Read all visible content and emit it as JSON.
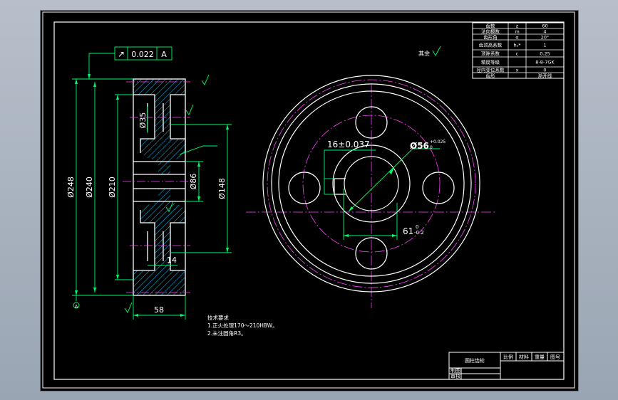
{
  "parameter_table": {
    "rows": [
      {
        "name": "齿数",
        "symbol": "z",
        "value": "60"
      },
      {
        "name": "法向模数",
        "symbol": "m",
        "value": "4"
      },
      {
        "name": "齿形角",
        "symbol": "α",
        "value": "20°"
      },
      {
        "name": "齿顶高系数",
        "symbol": "hₐ*",
        "value": "1"
      },
      {
        "name": "顶隙系数",
        "symbol": "c",
        "value": "0.25"
      },
      {
        "name": "精度等级",
        "symbol": "",
        "value": "8-8-7GK"
      },
      {
        "name": "径向变位系数",
        "symbol": "x",
        "value": "0"
      },
      {
        "name": "齿形",
        "symbol": "",
        "value": "渐开线"
      }
    ]
  },
  "section_view": {
    "tolerance_frame": {
      "value": "0.022",
      "datum": "A"
    },
    "dims": {
      "d_tip": "Ø248",
      "d_pitch": "Ø240",
      "d_root": "Ø210",
      "d_hole": "Ø35",
      "d_hub": "Ø86",
      "d_web_holes": "Ø148",
      "width": "58",
      "web": "14",
      "datum_label": "A"
    }
  },
  "front_view": {
    "dims": {
      "keyway_width": "16±0.037",
      "bore": "Ø56",
      "bore_tol_upper": "+0.025",
      "bore_tol_lower": "0",
      "keyway_depth": "61",
      "keyway_depth_tol_upper": "0",
      "keyway_depth_tol_lower": "-0.2"
    }
  },
  "surface_note": {
    "label": "其余"
  },
  "tech_requirements": {
    "title": "技术要求",
    "items": [
      "1.正火处理170～210HBW。",
      "2.未注圆角R3。"
    ]
  },
  "title_block": {
    "part_name": "圆柱齿轮",
    "headers": [
      "比例",
      "材料",
      "重量",
      "图号"
    ],
    "drawn_label": "制图",
    "checked_label": "审核"
  }
}
